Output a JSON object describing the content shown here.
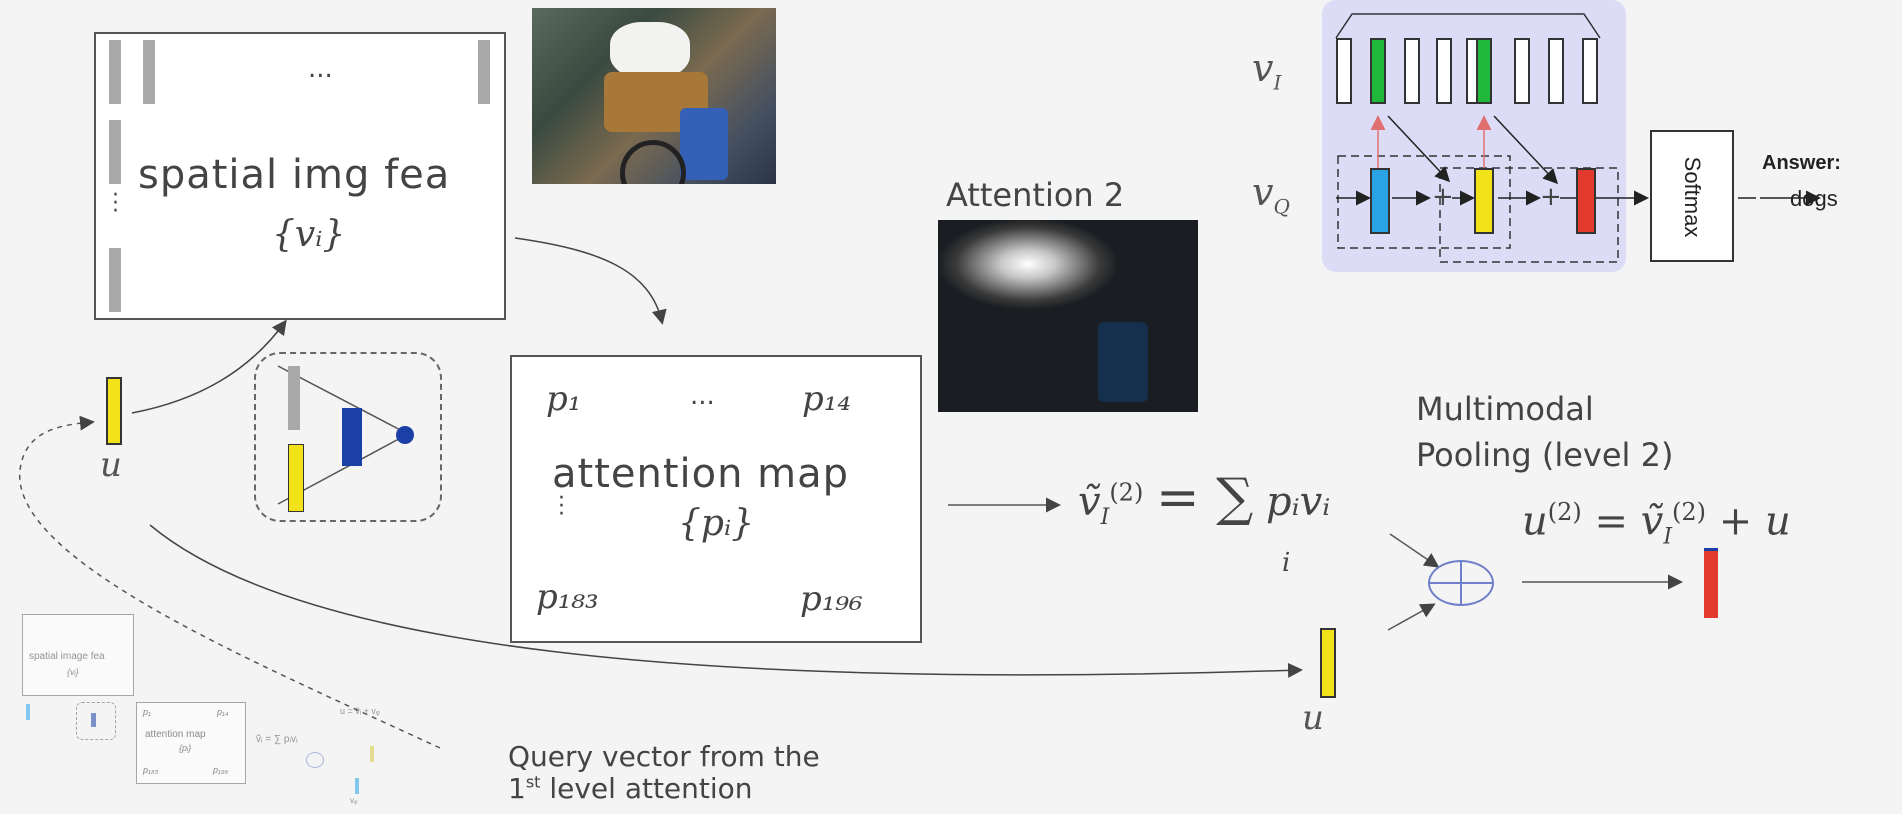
{
  "spatial_box": {
    "dots": "...",
    "title": "spatial img fea",
    "set": "{vᵢ}"
  },
  "attention_box": {
    "p_first": "p₁",
    "dots": "...",
    "p_14": "p₁₄",
    "title": "attention map",
    "set": "{pᵢ}",
    "p_183": "p₁₈₃",
    "p_196": "p₁₉₆"
  },
  "labels": {
    "u_left": "u",
    "u_bottom": "u",
    "attention2": "Attention 2",
    "multimodal_line1": "Multimodal",
    "multimodal_line2": "Pooling (level 2)",
    "query_line1": "Query vector from the",
    "query_line2_sup": "st",
    "query_line2_num": "1",
    "query_line2_rest": " level attention"
  },
  "equations": {
    "vtilde": "ṽ",
    "vtilde_sub": "I",
    "vtilde_sup": "(2)",
    "equals_sum": "= ∑",
    "sum_index": "i",
    "sum_term": "pᵢvᵢ",
    "u2": "u",
    "u2_sup": "(2)",
    "u2_rest": "= ṽ",
    "u2_sub": "I",
    "u2_sup2": "(2)",
    "u2_plus": "+ u"
  },
  "network": {
    "v_i": "v",
    "v_i_sub": "I",
    "v_q": "v",
    "v_q_sub": "Q",
    "softmax": "Softmax",
    "answer_label": "Answer:",
    "answer_value": "dogs",
    "plus": "+"
  },
  "thumbnail": {
    "spatial": "spatial image fea",
    "set": "{vᵢ}",
    "attn": "attention map",
    "attn_set": "{pᵢ}",
    "p1": "p₁",
    "p14": "p₁₄",
    "p183": "p₁₈₃",
    "p196": "p₁₉₆",
    "eq": "ṽᵢ = ∑ pᵢvᵢ",
    "eq2": "u = ṽᵢ + vᵩ",
    "vq": "vᵩ"
  },
  "colors": {
    "yellow": "#f2e21a",
    "blue_dark": "#1a3fa6",
    "blue_light": "#29a3e6",
    "red": "#e33a2e",
    "green": "#20b83a",
    "highlight": "#dcdcf7"
  }
}
